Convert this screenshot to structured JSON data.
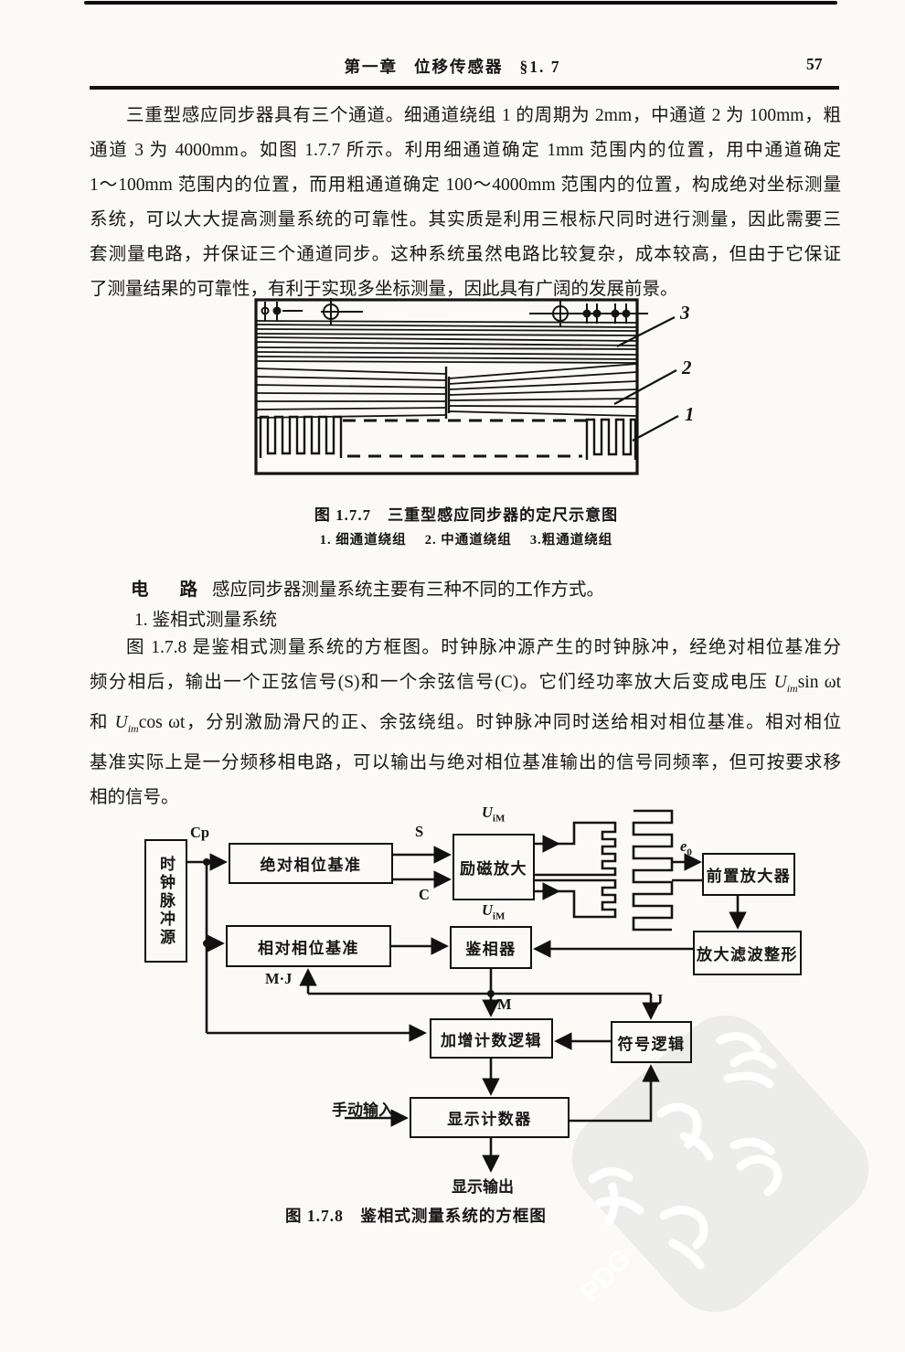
{
  "header": {
    "chapter": "第一章",
    "title": "位移传感器",
    "section": "§1. 7",
    "page_number": "57"
  },
  "para1_lines": [
    "三重型感应同步器具有三个通道。细通道绕组 1 的周期为 2mm，中通道 2 为 100mm，粗",
    "通道 3 为 4000mm。如图 1.7.7 所示。利用细通道确定 1mm 范围内的位置，用中通道确定",
    "1～100mm 范围内的位置，而用粗通道确定 100～4000mm 范围内的位置，构成绝对坐标测量",
    "系统，可以大大提高测量系统的可靠性。其实质是利用三根标尺同时进行测量，因此需要三",
    "套测量电路，并保证三个通道同步。这种系统虽然电路比较复杂，成本较高，但由于它保证",
    "了测量结果的可靠性，有利于实现多坐标测量，因此具有广阔的发展前景。"
  ],
  "fig177": {
    "label_1": "1",
    "label_2": "2",
    "label_3": "3",
    "caption": "图 1.7.7　三重型感应同步器的定尺示意图",
    "legend": "1. 细通道绕组　 2. 中通道绕组　 3.粗通道绕组"
  },
  "circuit": {
    "kw1": "电",
    "kw2": "路",
    "intro": "感应同步器测量系统主要有三种不同的工作方式。",
    "item": "1. 鉴相式测量系统"
  },
  "para3": {
    "l1": "图 1.7.8 是鉴相式测量系统的方框图。时钟脉冲源产生的时钟脉冲，经绝对相位基准分",
    "l2a": "频分相后，输出一个正弦信号(S)和一个余弦信号(C)。它们经功率放大后变成电压 ",
    "l3a": "和 ",
    "l3b": "，分别激励滑尺的正、余弦绕组。时钟脉冲同时送给相对相位基准。相对相位",
    "l4": "基准实际上是一分频移相电路，可以输出与绝对相位基准输出的信号同频率，但可按要求移",
    "l5": "相的信号。"
  },
  "formula": {
    "u": "U",
    "sub": "im",
    "sinwt": "sin ωt",
    "coswt": "cos ωt"
  },
  "fig178": {
    "boxes": {
      "clock": "时钟脉冲源",
      "abs_ref": "绝对相位基准",
      "exc_amp": "励磁放大",
      "pre_amp": "前置放大器",
      "rel_ref": "相对相位基准",
      "phase_det": "鉴相器",
      "amp_filter": "放大滤波整形",
      "count_logic": "加增计数逻辑",
      "sign_logic": "符号逻辑",
      "display_counter": "显示计数器"
    },
    "labels": {
      "cp": "Cp",
      "s": "S",
      "c": "C",
      "u": "U",
      "u_sub": "iM",
      "e": "e",
      "e_sub": "0",
      "mj": "M·J",
      "m": "M",
      "j": "J",
      "manual_input": "手动输入",
      "display_output": "显示输出"
    },
    "caption": "图 1.7.8　鉴相式测量系统的方框图"
  },
  "watermark": {
    "text": "PDG"
  }
}
